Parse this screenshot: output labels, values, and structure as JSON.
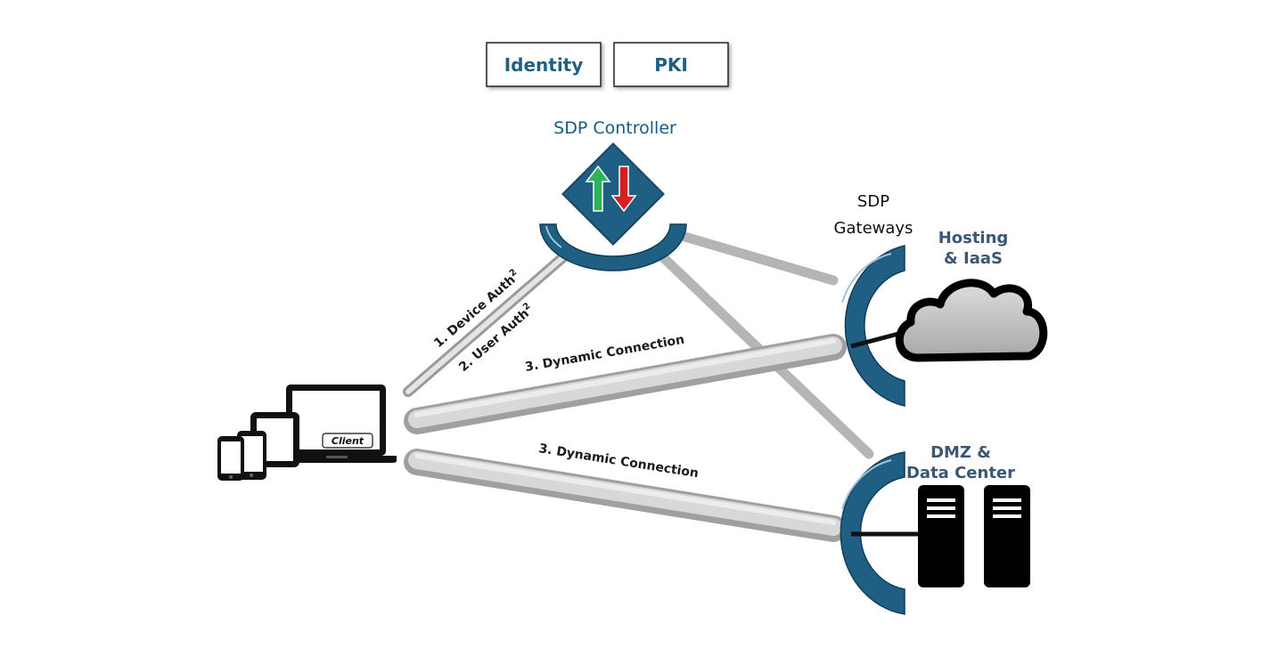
{
  "top_boxes": {
    "identity": "Identity",
    "pki": "PKI"
  },
  "controller": {
    "title": "SDP Controller"
  },
  "gateways": {
    "title_line1": "SDP",
    "title_line2": "Gateways"
  },
  "hosting": {
    "line1": "Hosting",
    "line2": "& IaaS"
  },
  "dmz": {
    "line1": "DMZ &",
    "line2": "Data Center"
  },
  "links": {
    "device_auth": "1. Device Auth",
    "device_auth_sup": "2",
    "user_auth": "2. User Auth",
    "user_auth_sup": "2",
    "dynamic_upper": "3. Dynamic Connection",
    "dynamic_lower": "3. Dynamic Connection"
  },
  "client": {
    "label": "Client"
  },
  "colors": {
    "accent": "#1f5f84",
    "arrow_up": "#2fb25b",
    "arrow_down": "#d42020",
    "tube": "#cfcfcf",
    "device": "#111111"
  }
}
